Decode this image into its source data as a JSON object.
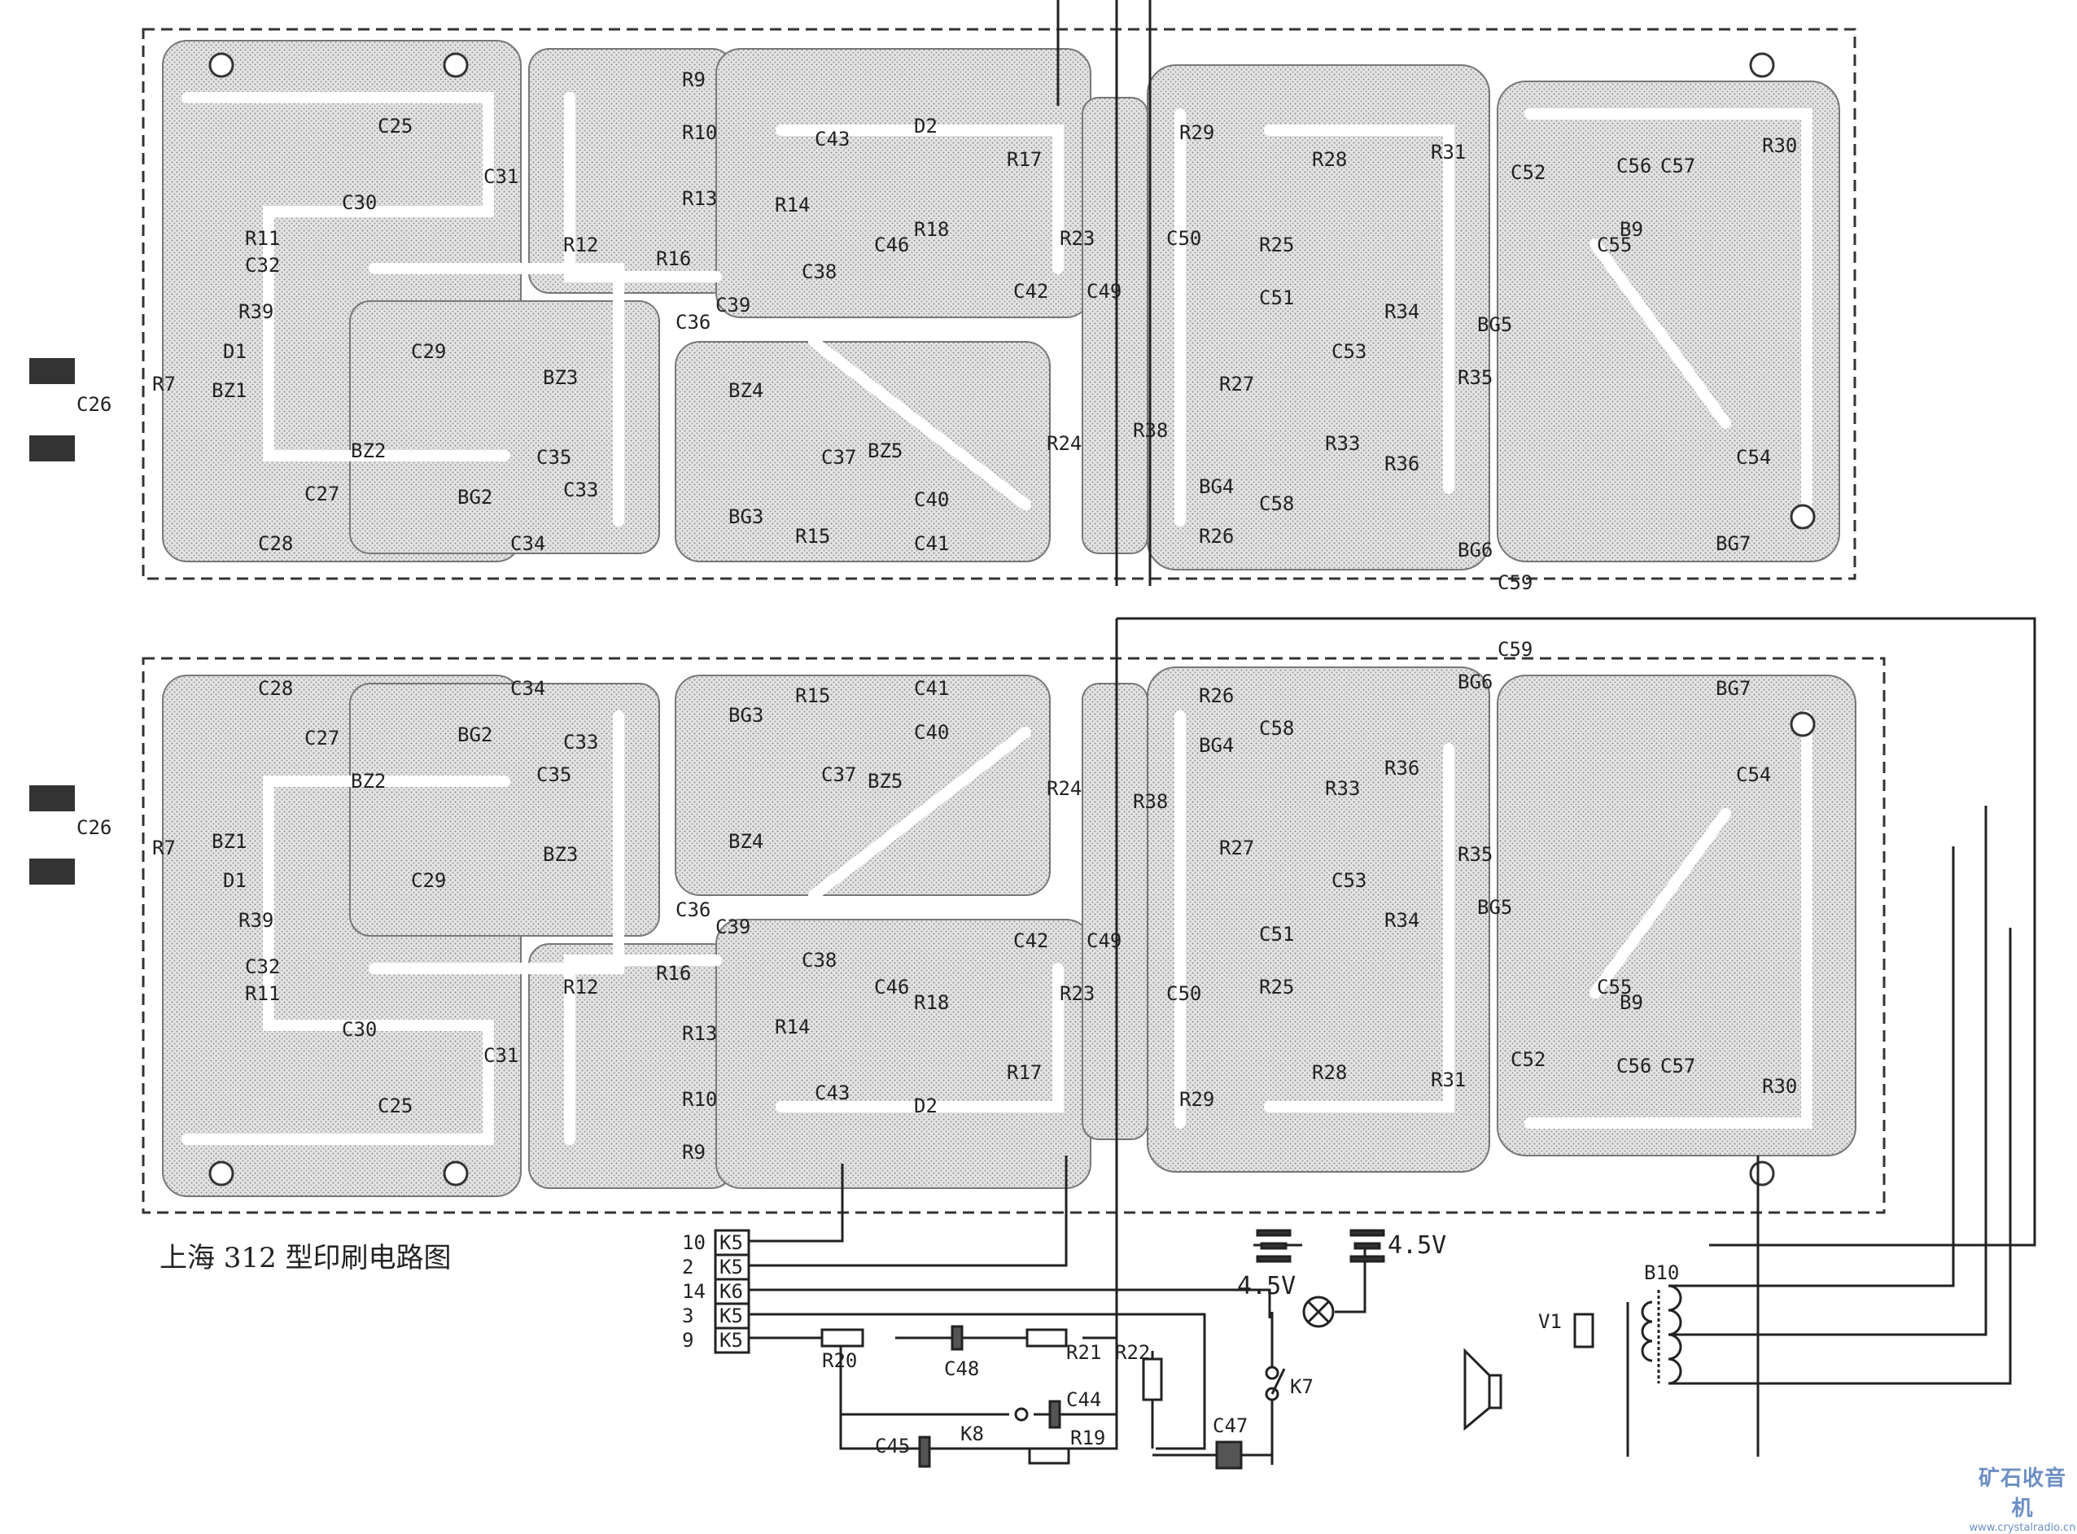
{
  "caption": "上海 312 型印刷电路图",
  "watermark": {
    "name": "矿石收音机",
    "url": "www.crystalradio.cn"
  },
  "board_labels": [
    "C25",
    "C31",
    "C30",
    "R11",
    "C32",
    "R39",
    "D1",
    "R7",
    "C26",
    "BZ1",
    "C29",
    "BZ2",
    "BG2",
    "C27",
    "C28",
    "C34",
    "C33",
    "C35",
    "BZ3",
    "R12",
    "R9",
    "R10",
    "R13",
    "R14",
    "R16",
    "C38",
    "C36",
    "C39",
    "BZ4",
    "BG3",
    "R15",
    "C37",
    "BZ5",
    "C43",
    "D2",
    "C46",
    "R18",
    "R17",
    "C42",
    "C40",
    "C41",
    "R23",
    "C49",
    "R24",
    "R38",
    "C50",
    "R29",
    "R28",
    "R25",
    "C51",
    "R27",
    "BG4",
    "C58",
    "R26",
    "C53",
    "R34",
    "R33",
    "R36",
    "R31",
    "C52",
    "BG5",
    "R35",
    "BG6",
    "C59",
    "C55",
    "B9",
    "C54",
    "BG7",
    "R30",
    "C56",
    "C57"
  ],
  "switch_bank": [
    {
      "switch": "K5",
      "pin": "10"
    },
    {
      "switch": "K5",
      "pin": "2"
    },
    {
      "switch": "K6",
      "pin": "14"
    },
    {
      "switch": "K5",
      "pin": "3"
    },
    {
      "switch": "K5",
      "pin": "9"
    }
  ],
  "external": {
    "r20": "R20",
    "c48": "C48",
    "r21": "R21",
    "r22": "R22",
    "c44": "C44",
    "k8": "K8",
    "c45": "C45",
    "r19": "R19",
    "c47": "C47",
    "k7": "K7",
    "battery1": "4.5V",
    "battery2": "4.5V",
    "transformer": "B10",
    "jack": "V1"
  },
  "colors": {
    "ink": "#222222",
    "copper": "#cfcfcf",
    "paper": "#ffffff",
    "watermark": "#6d8fc4"
  }
}
